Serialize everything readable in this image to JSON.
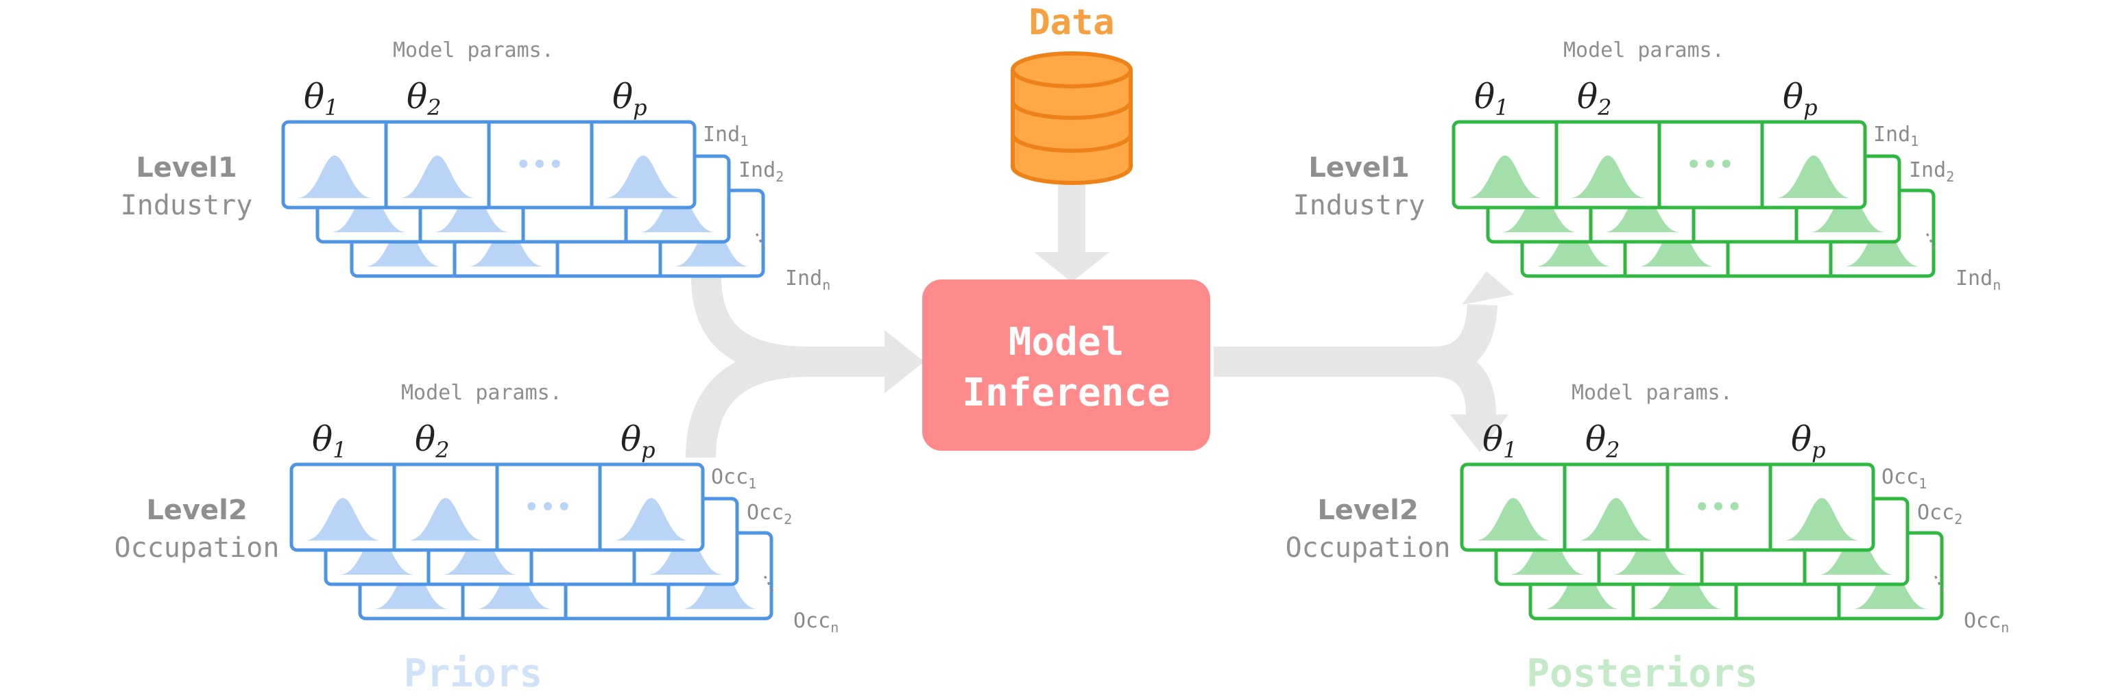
{
  "colors": {
    "prior": "#4d94e5",
    "prior_fill": "#b9d4f6",
    "posterior": "#2fb83f",
    "posterior_fill": "#a2dfaa",
    "data": "#ee8219",
    "data_fill": "#ffa848",
    "inference": "#ff8a8c",
    "arrow": "#e6e6e6"
  },
  "data_label": "Data",
  "inference_label": [
    "Model",
    "Inference"
  ],
  "prior_title": "Priors",
  "posterior_title": "Posteriors",
  "params_label": "Model params.",
  "theta_symbol": "θ",
  "theta_subscripts": [
    "1",
    "2",
    "p"
  ],
  "ellipsis": "•••",
  "vertical_dots": "⋮",
  "level1": {
    "title": "Level1",
    "subtitle": "Industry",
    "layer_prefix": "Ind",
    "layer_subs": [
      "1",
      "2",
      "n"
    ]
  },
  "level2": {
    "title": "Level2",
    "subtitle": "Occupation",
    "layer_prefix": "Occ",
    "layer_subs": [
      "1",
      "2",
      "n"
    ]
  }
}
